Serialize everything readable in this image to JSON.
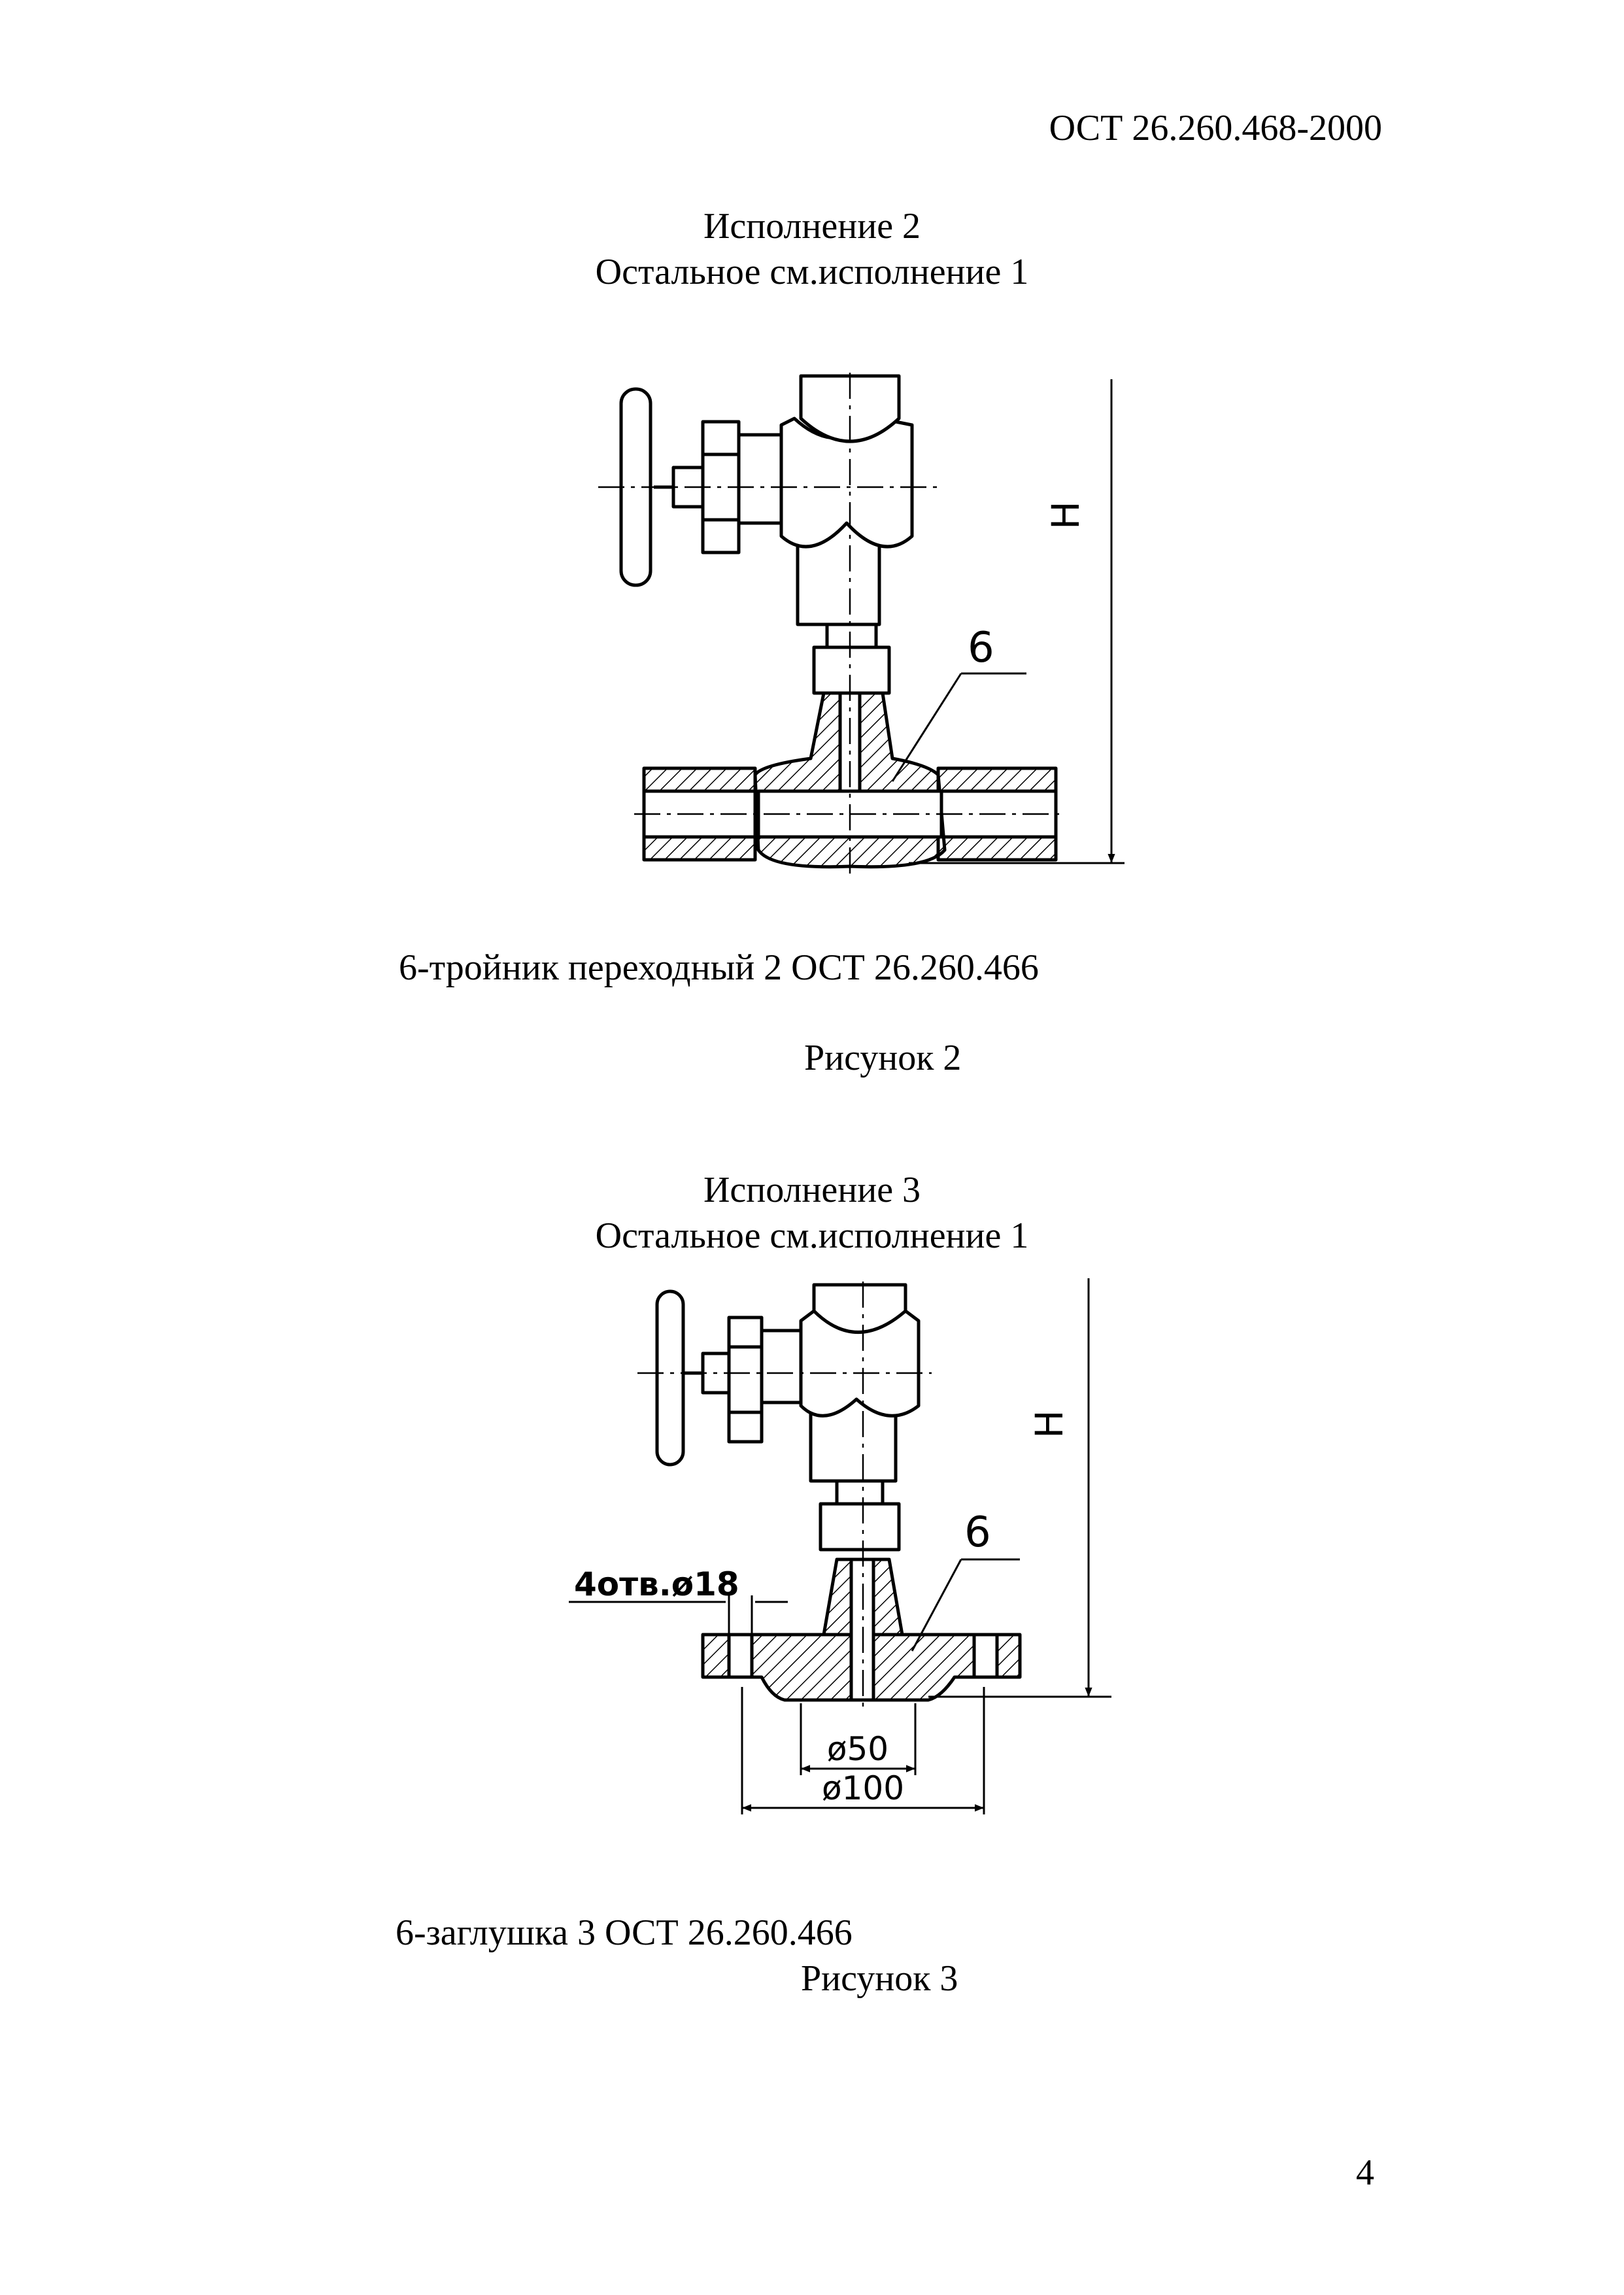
{
  "header": {
    "doc_code": "ОСТ 26.260.468-2000"
  },
  "figure2": {
    "title": "Исполнение 2",
    "subtitle": "Остальное см.исполнение 1",
    "dim_label": "Н",
    "callout": "6",
    "legend": "6-тройник переходный 2 ОСТ 26.260.466",
    "caption": "Рисунок 2"
  },
  "figure3": {
    "title": "Исполнение 3",
    "subtitle": "Остальное см.исполнение 1",
    "dim_label": "Н",
    "callout": "6",
    "holes_label": "4отв.ø18",
    "dia_inner": "ø50",
    "dia_outer": "ø100",
    "legend": "6-заглушка 3 ОСТ 26.260.466",
    "caption": "Рисунок 3"
  },
  "footer": {
    "page_number": "4"
  }
}
